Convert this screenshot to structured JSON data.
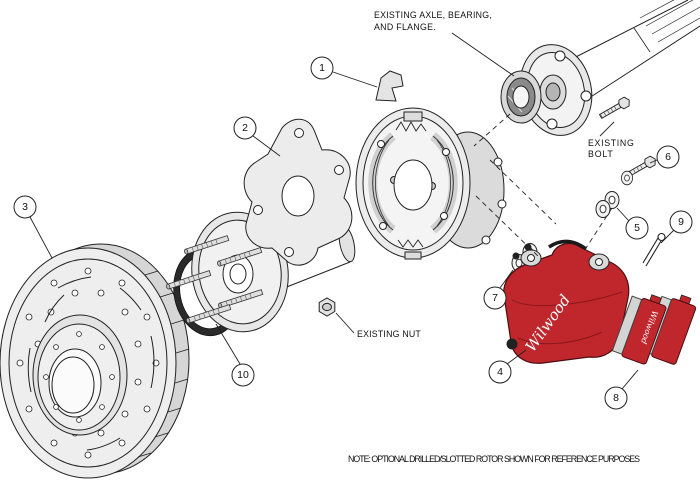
{
  "diagram": {
    "labels": {
      "axle": {
        "line1": "EXISTING AXLE, BEARING,",
        "line2": "AND FLANGE."
      },
      "bolt": {
        "line1": "EXISTING",
        "line2": "BOLT"
      },
      "nut": "EXISTING NUT"
    },
    "note": "NOTE: OPTIONAL DRILLED/SLOTTED ROTOR SHOWN FOR REFERENCE PURPOSES",
    "callouts": [
      {
        "number": "1"
      },
      {
        "number": "2"
      },
      {
        "number": "3"
      },
      {
        "number": "4"
      },
      {
        "number": "5"
      },
      {
        "number": "6"
      },
      {
        "number": "7"
      },
      {
        "number": "8"
      },
      {
        "number": "9"
      },
      {
        "number": "10"
      }
    ],
    "branding": {
      "caliper_logo": "Wilwood",
      "pad_logo": "Wilwood"
    },
    "colors": {
      "caliper_red": "#c0272d",
      "pad_red": "#c0272d",
      "line": "#1a1a1a",
      "background": "#ffffff"
    }
  }
}
